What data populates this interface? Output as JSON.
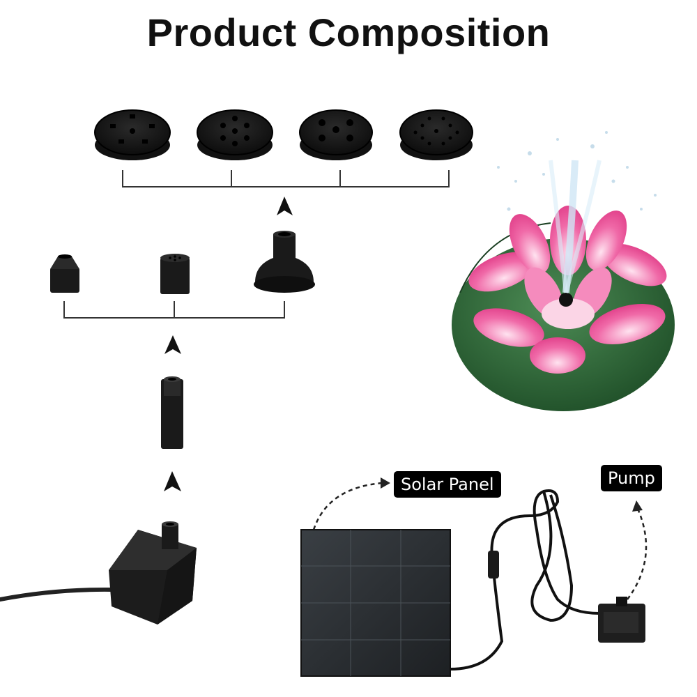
{
  "heading": "Product Composition",
  "labels": {
    "solar_panel": "Solar Panel",
    "pump": "Pump"
  },
  "colors": {
    "part_black": "#1a1a1a",
    "petal_pink": "#f06aa8",
    "leaf_green": "#2f6b3a",
    "label_bg": "#000000",
    "label_text": "#ffffff"
  }
}
